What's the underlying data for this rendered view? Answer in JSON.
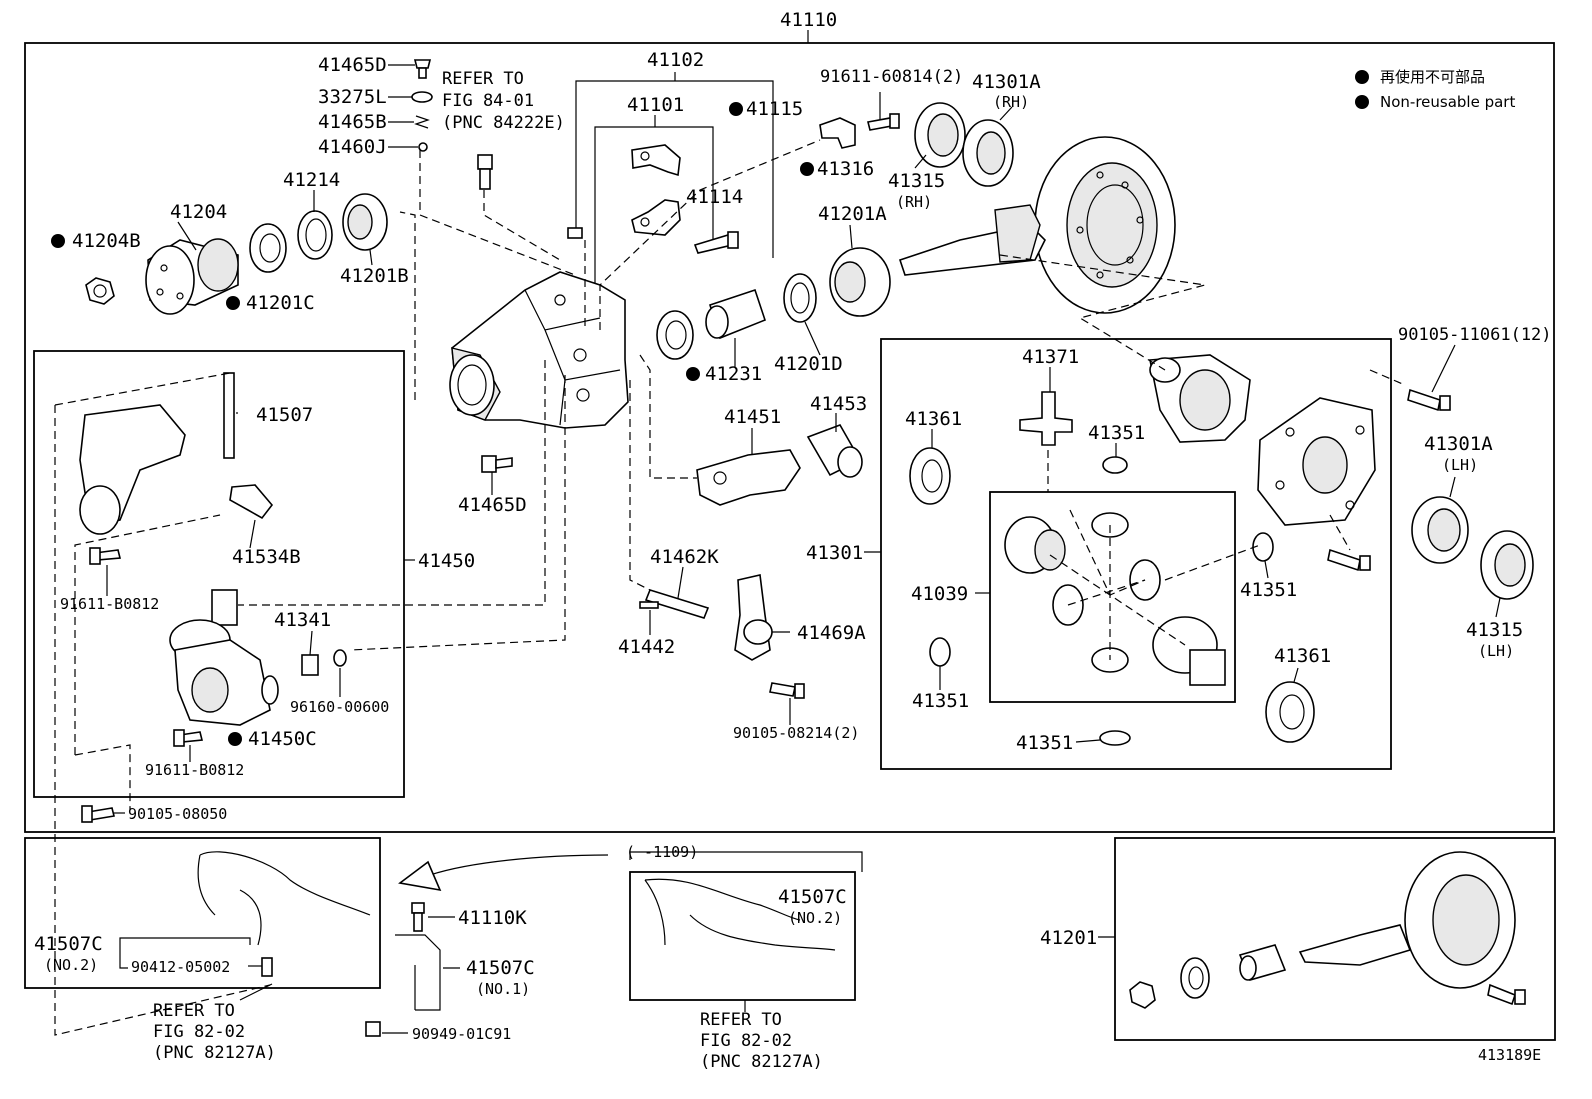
{
  "legend": {
    "non_reusable_jp": "再使用不可部品",
    "non_reusable_en": "Non-reusable part"
  },
  "diagram_id": "413189E",
  "labels": {
    "p41110": "41110",
    "p41102": "41102",
    "p41101": "41101",
    "p41115": "41115",
    "p41114": "41114",
    "p41316": "41316",
    "p91611_60814": "91611-60814(2)",
    "p41301A_rh": "41301A",
    "rh1": "(RH)",
    "p41315_rh": "41315",
    "rh2": "(RH)",
    "p41201A": "41201A",
    "p41465D_top": "41465D",
    "p33275L": "33275L",
    "p41465B": "41465B",
    "p41460J": "41460J",
    "refer1_l1": "REFER TO",
    "refer1_l2": "FIG 84-01",
    "refer1_l3": "(PNC 84222E)",
    "p41214": "41214",
    "p41204": "41204",
    "p41204B": "41204B",
    "p41201C": "41201C",
    "p41201B": "41201B",
    "p41231": "41231",
    "p41201D": "41201D",
    "p41507": "41507",
    "p41534B": "41534B",
    "p91611_B0812_a": "91611-B0812",
    "p41450": "41450",
    "p41341": "41341",
    "p96160": "96160-00600",
    "p41450C": "41450C",
    "p91611_B0812_b": "91611-B0812",
    "p90105_08050": "90105-08050",
    "p41465D_mid": "41465D",
    "p41451": "41451",
    "p41453": "41453",
    "p41462K": "41462K",
    "p41442": "41442",
    "p41469A": "41469A",
    "p90105_08214": "90105-08214(2)",
    "p41371": "41371",
    "p41361_a": "41361",
    "p41351_a": "41351",
    "p41301": "41301",
    "p41039": "41039",
    "p41351_b": "41351",
    "p41351_c": "41351",
    "p41351_d": "41351",
    "p41361_b": "41361",
    "p90105_11061": "90105-11061(12)",
    "p41301A_lh": "41301A",
    "lh1": "(LH)",
    "p41315_lh": "41315",
    "lh2": "(LH)",
    "p41507C_left": "41507C",
    "no2_left": "(NO.2)",
    "p90412": "90412-05002",
    "refer2_l1": "REFER TO",
    "refer2_l2": "FIG 82-02",
    "refer2_l3": "(PNC 82127A)",
    "p41110K": "41110K",
    "p41507C_no1": "41507C",
    "no1": "(NO.1)",
    "p90949": "90949-01C91",
    "range_note": "(      -1109)",
    "p41507C_mid": "41507C",
    "no2_mid": "(NO.2)",
    "refer3_l1": "REFER TO",
    "refer3_l2": "FIG 82-02",
    "refer3_l3": "(PNC 82127A)",
    "p41201": "41201"
  }
}
